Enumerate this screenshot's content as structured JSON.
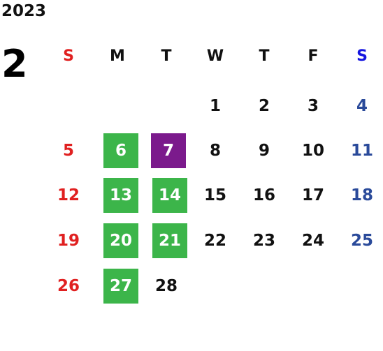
{
  "header": {
    "year": "2023",
    "month": "2"
  },
  "weekdays": [
    "S",
    "M",
    "T",
    "W",
    "T",
    "F",
    "S"
  ],
  "weeks": [
    [
      "",
      "",
      "",
      "1",
      "2",
      "3",
      "4"
    ],
    [
      "5",
      "6",
      "7",
      "8",
      "9",
      "10",
      "11"
    ],
    [
      "12",
      "13",
      "14",
      "15",
      "16",
      "17",
      "18"
    ],
    [
      "19",
      "20",
      "21",
      "22",
      "23",
      "24",
      "25"
    ],
    [
      "26",
      "27",
      "28",
      "",
      "",
      "",
      ""
    ]
  ],
  "highlights": {
    "green": [
      "6",
      "13",
      "14",
      "20",
      "21",
      "27"
    ],
    "purple": [
      "7"
    ]
  },
  "colors": {
    "sunday": "#e02020",
    "saturday": "#2a4a9a",
    "saturday_header": "#1515e0",
    "green_highlight": "#3cb54a",
    "purple_highlight": "#7b1a8c"
  }
}
